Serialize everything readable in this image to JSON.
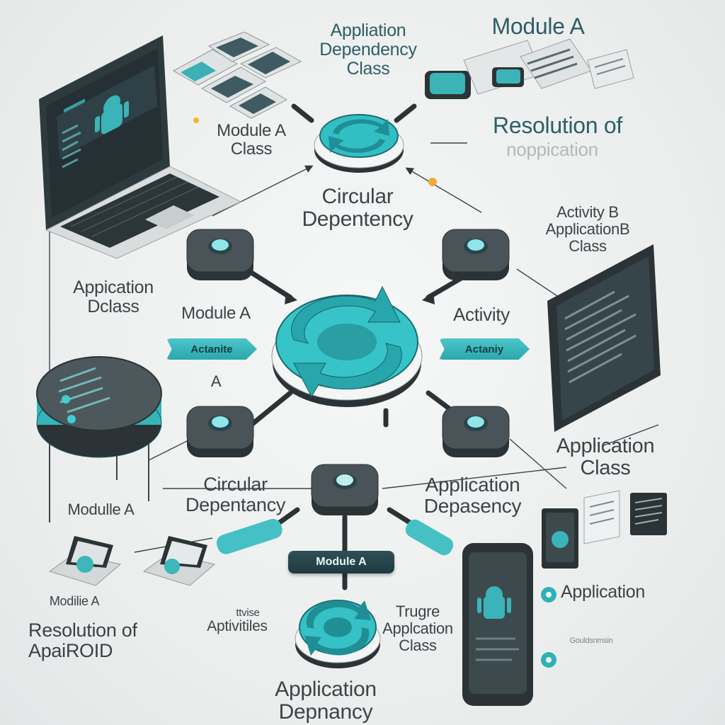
{
  "labels": {
    "top_center": "Appliation\nDependency\nClass",
    "top_right": "Module A",
    "module_a_class": "Module A\nClass",
    "resolution_title": "Resolution of",
    "resolution_sub": "noppication",
    "circular_top": "Circular\nDepentency",
    "activity_b": "Activity B\nApplicationB\nClass",
    "application_class_left": "Appication\nDclass",
    "module_a_left": "Module A",
    "activity_right": "Activity",
    "a_letter": "A",
    "application_class_right": "Application\nClass",
    "circular_bottom": "Circular\nDepentancy",
    "application_depasency": "Application\nDepasency",
    "module_a_lower_left": "Modulle A",
    "module_a_bottom_left": "Modilie A",
    "resolution_bottom": "Resolution of\nApaiROID",
    "activities": "Aptivitiles",
    "activities_top": "ttvise",
    "trugre": "Trugre\nApplcation\nClass",
    "application_bottom": "Application\nDepnancy",
    "application_right": "Application",
    "small_caption": "Gouldsnmsin"
  },
  "pills": {
    "left": "Actanite",
    "right": "Actaniy",
    "module_a": "Module A"
  }
}
